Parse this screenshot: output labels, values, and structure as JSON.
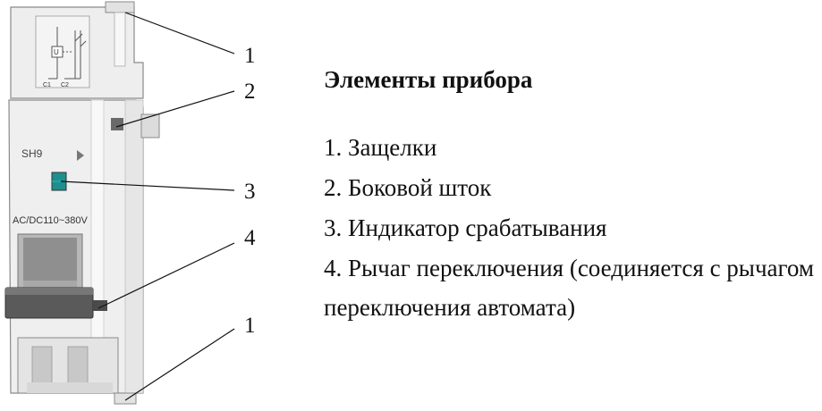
{
  "title": "Элементы прибора",
  "items": [
    "1. Защелки",
    "2. Боковой шток",
    "3. Индикатор срабатывания",
    "4. Рычаг переключения (соединяется с рычагом переключения автомата)"
  ],
  "callouts": [
    "1",
    "2",
    "3",
    "4",
    "1"
  ],
  "device": {
    "model": "SH9",
    "voltage": "AC/DC110~380V",
    "terminal_left": "C1",
    "terminal_right": "C2",
    "coil_symbol": "U"
  },
  "colors": {
    "body": "#eeeeee",
    "lever": "#5a5a5a",
    "indicator": "#1e8f8f",
    "text": "#111111"
  }
}
